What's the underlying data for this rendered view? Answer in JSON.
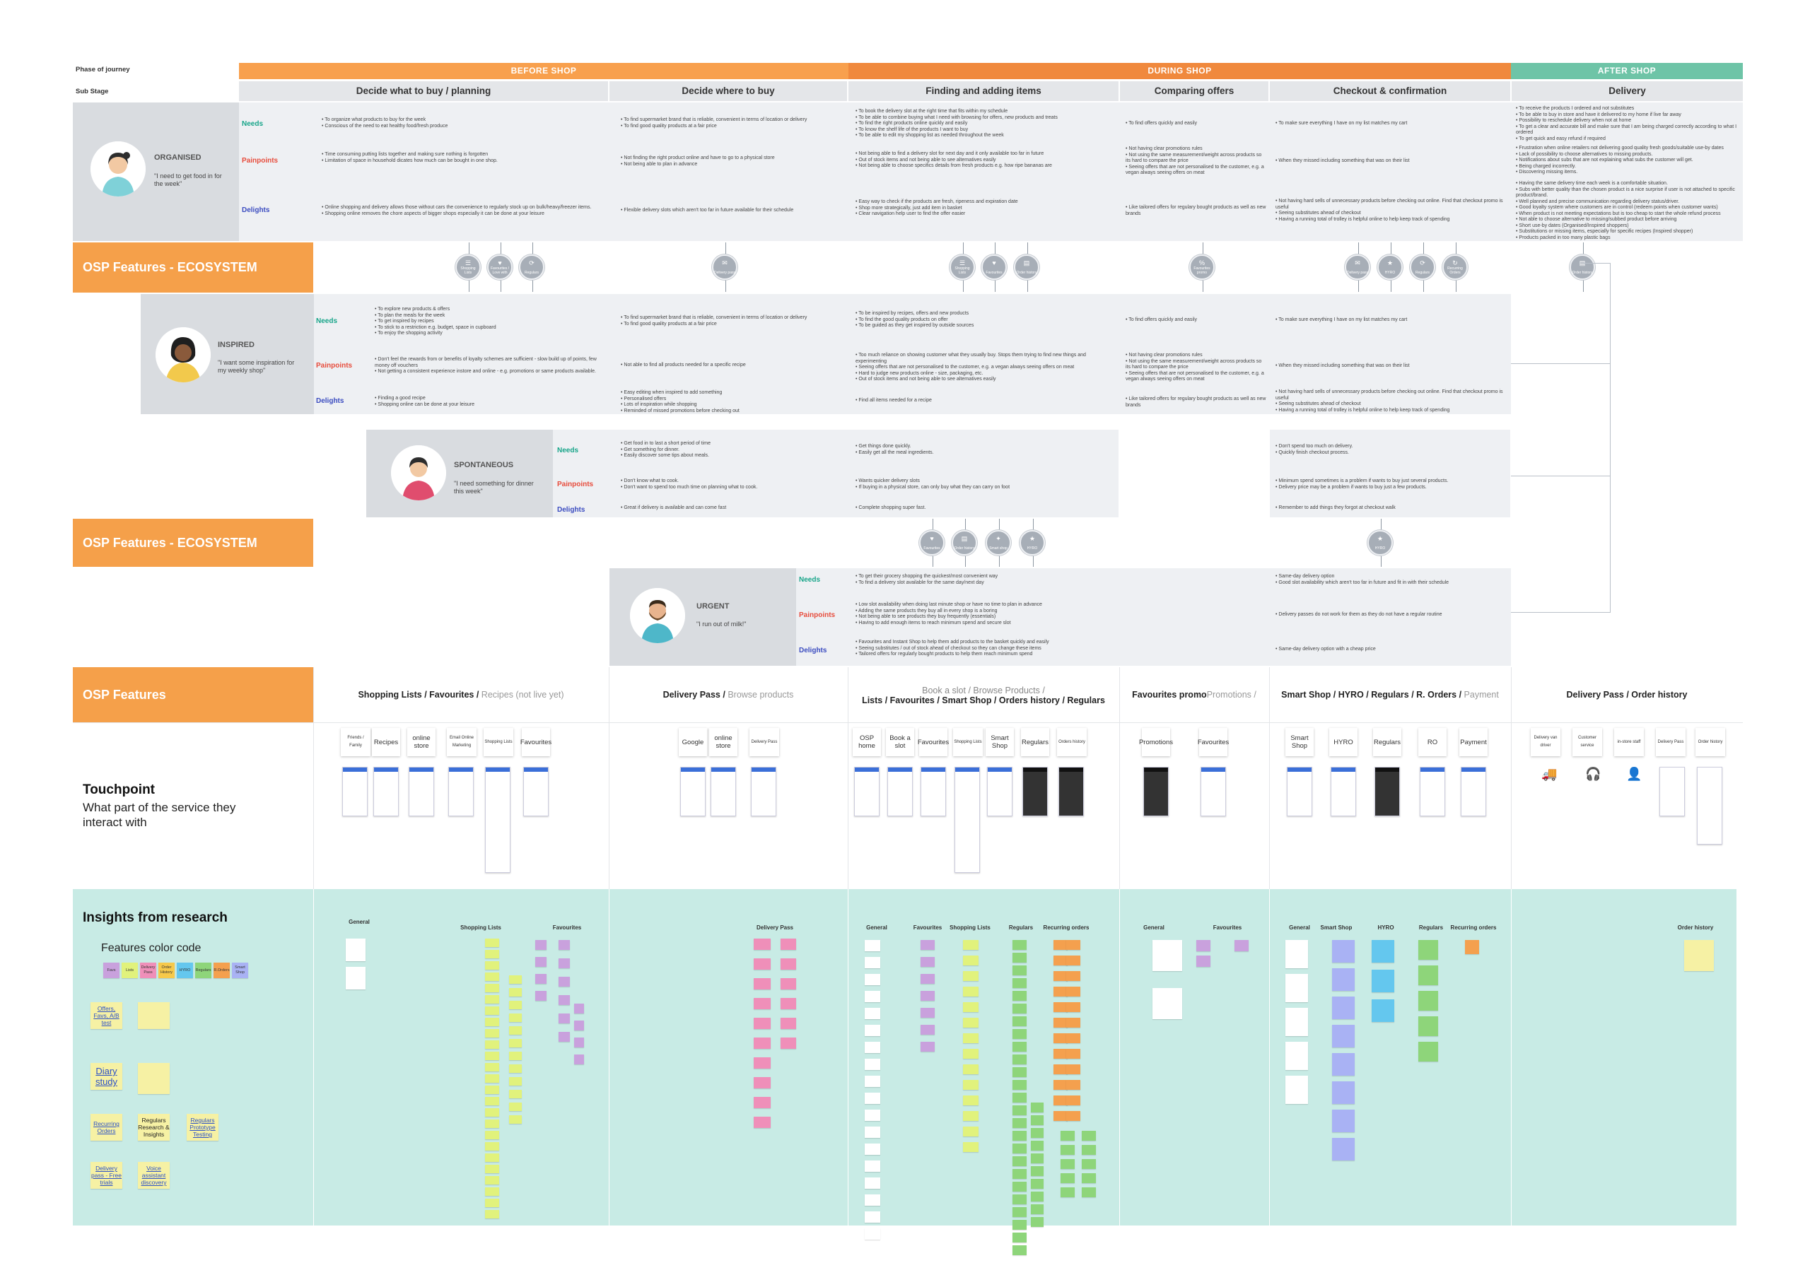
{
  "labels": {
    "phase_of_journey": "Phase of journey",
    "sub_stage": "Sub Stage",
    "needs": "Needs",
    "painpoints": "Painpoints",
    "delights": "Delights"
  },
  "phases": [
    {
      "label": "BEFORE SHOP",
      "color": "#f8a04d"
    },
    {
      "label": "DURING SHOP",
      "color": "#f0893d"
    },
    {
      "label": "AFTER  SHOP",
      "color": "#6ec4a7"
    }
  ],
  "stages": [
    "Decide what to buy / planning",
    "Decide where to buy",
    "Finding and adding items",
    "Comparing offers",
    "Checkout & confirmation",
    "Delivery"
  ],
  "personas": {
    "organised": {
      "name": "ORGANISED",
      "quote": "\"I need to get food in for the week\"",
      "needs": [
        "•  To organize what products to buy for the week\n•  Conscious of the need to eat healthy food/fresh produce",
        "•  To find supermarket brand that is reliable, convenient in terms of location or delivery\n•  To find good quality products at a fair price",
        "•  To book the delivery slot at the right time that fits within my schedule\n•  To be able to combine buying what I need with browsing for offers, new products and treats\n•  To find the right products online quickly and easily\n•  To know the shelf life of the products I want to buy\n•  To be able to edit my shopping list as needed throughout the week",
        "•  To find offers quickly and easily",
        "•  To make sure everything I have on my list matches my cart",
        "•  To receive the products I ordered and not substitutes\n•  To be able to buy in store and have it delivered to my home if live far away\n•  Possibility to reschedule delivery when not at home\n•  To get a clear and accurate bill and make sure that I am being charged correctly according to what I ordered\n•  To get quick and easy refund if required"
      ],
      "pains": [
        "•  Time consuming putting lists together and making sure nothing is forgotten\n•  Limitation of space in household dicates how much can be bought in one shop.",
        "•  Not finding the right product online and have to go to a physical store\n•  Not being able to plan in advance",
        "•  Not being able to find a delivery slot for next day and it only available too far in future\n•  Out of stock items and not being able to see alternatives easily\n•  Not being able to choose specifics details from fresh products e.g. how ripe bananas are",
        "•  Not having clear promotions rules\n•  Not using the same measurement/weight across products so its hard to compare the price\n•  Seeing offers that are not personalised to the customer, e.g. a vegan always seeing offers on meat",
        "•  When they missed including something that was on their list",
        "•  Frustration when online retailers not delivering good quality fresh goods/suitable use-by dates\n•  Lack of possibility to choose alternatives to missing products.\n•  Notifications about subs that are not explaining what subs the customer will get.\n•  Being charged incorrectly.\n•  Discovering missing items."
      ],
      "delights": [
        "•  Online shopping and delivery allows those without cars the convenience to regularly stock up on bulk/heavy/freezer items.\n•  Shopping online removes the chore aspects of bigger shops especially it can be done at your leisure",
        "•  Flexible delivery slots which aren't too far in future available for their schedule",
        "•  Easy way to check if the products are fresh, ripeness and expiration date\n•  Shop more strategically, just add item in basket\n•  Clear navigation help user to find the offer easier",
        "•  Like tailored offers for regulary bought products as well as new brands",
        "•  Not having hard sells of unnecessary products before checking out online. Find that checkout promo is useful\n•  Seeing substitutes ahead of checkout\n•  Having a running total of trolley is helpful online to help keep track of spending",
        "•  Having the same delivery time each week is a comfortable situation.\n•  Subs with better quality than the chosen product is a nice surprise if user is not attached to specific product/brand.\n•  Well planned and precise communication regarding delivery status/driver.\n•  Good loyalty system where customers are in control (redeem points when customer wants)\n•  When product is not meeting expectations but is too cheap to start the whole refund process\n•  Not able to choose alternative to missing/subbed product before arriving\n•  Short use-by dates (Organised/Inspired shoppers)\n•  Substitutions or missing items, especially for specific recipes (Inspired shopper)\n•  Products packed in too many plastic bags"
      ]
    },
    "inspired": {
      "name": "INSPIRED",
      "quote": "\"I want some inspiration for my weekly shop\"",
      "needs": [
        "•  To explore new products & offers\n•  To plan the meals for the week\n•  To get inspired by recipes\n•  To stick to a restriction e.g. budget, space in cupboard\n•  To enjoy the shopping activity",
        "•  To find supermarket brand that is reliable, convenient in terms of location or delivery\n•  To find good quality products at a fair price",
        "•  To be inspired by recipes, offers and new products\n•  To find the good quality products on offer\n•  To be guided as they get inspired by outside sources",
        "•  To find offers quickly and easily",
        "•  To make sure everything I have on my list matches my cart"
      ],
      "pains": [
        "•  Don't feel the rewards from or benefits of loyalty schemes are sufficient - slow build up of points, few money off vouchers\n•  Not getting a consistent experience instore and online - e.g. promotions or same products available.",
        "•  Not able to find all products needed for a specific recipe",
        "•  Too much reliance on showing customer what they usually buy. Stops them trying to find new things and experimenting\n•  Seeing offers that are not personalised to the customer, e.g. a vegan always seeing offers on meat\n•  Hard to judge new products online - size, packaging, etc.\n•  Out of stock items and not being able to see alternatives easily",
        "•  Not having clear promotions rules\n•  Not using the same measurement/weight across products so its hard to compare the price\n•  Seeing offers that are not personalised to the customer, e.g. a vegan always seeing offers on meat",
        "•  When they missed including something that was on their list"
      ],
      "delights": [
        "•  Finding a good recipe\n•  Shopping online can be done at your leisure",
        "•  Easy editing when inspired to add something\n•  Personalised offers\n•  Lots of inspiration while shopping\n•  Reminded of missed promotions before checking out",
        "•  Find all items needed for a recipe",
        "•  Like tailored offers for regulary bought products as well as new brands",
        "•  Not having hard sells of unnecessary products before checking out online. Find that checkout promo is useful\n•  Seeing substitutes ahead of checkout\n•  Having a running total of trolley is helpful online to help keep track of spending"
      ]
    },
    "spontaneous": {
      "name": "SPONTANEOUS",
      "quote": "\"I need something for dinner this week\"",
      "needs": [
        "•  Get food in to last a short period of time\n•  Get something for dinner.\n•  Easily discover some tips about meals.",
        "•  Get things done quickly.\n•  Easily get all the meal ingredients.",
        "•  Don't spend too much on delivery.\n•  Quickly finish checkout process."
      ],
      "pains": [
        "•  Don't know what to cook.\n•  Don't want to spend too much time on planning what to cook.",
        "•  Wants quicker delivery slots\n•  If buying in a physical store, can only buy what they can carry on foot",
        "•  Minimum spend sometimes is a problem if wants to buy just several products.\n•  Delivery price may be a problem if wants to buy just a few products."
      ],
      "delights": [
        "•  Great if delivery is available and can come fast",
        "•  Complete shopping super fast.",
        "•  Remember to add things they forgot at checkout walk"
      ]
    },
    "urgent": {
      "name": "URGENT",
      "quote": "\"I run out of milk!\"",
      "needs": [
        "•  To get their grocery shopping the quickest/most convenient way\n•  To find a delivery slot available for the same day/next day",
        "•  Same-day delivery option\n•  Good slot availability which aren't too far in future and fit in with their schedule"
      ],
      "pains": [
        "•  Low slot availability when doing last minute shop or have no time to plan in advance\n•  Adding the same products they buy all in every shop is a boring\n•  Not being able to see products they buy frequently (essentials)\n•  Having to add enough items to reach minimum spend and secure slot",
        "•  Delivery passes do not work for them as they do not have a regular routine"
      ],
      "delights": [
        "•  Favourites and Instant Shop to help them add products to the basket quickly and easily\n•  Seeing substitutes / out of stock ahead of checkout so they can change these items\n•  Tailored offers for regularly bought products to help them reach minimum spend",
        "•  Same-day delivery option with a cheap price"
      ]
    }
  },
  "osp_ecosystem": "OSP Features - ECOSYSTEM",
  "bubbles1": [
    {
      "label": "Shopping Lists",
      "icon": "☰"
    },
    {
      "label": "Favourites / Love with",
      "icon": "♥"
    },
    {
      "label": "Regulars",
      "icon": "⟳"
    },
    {
      "label": "Delivery pass",
      "icon": "✉"
    },
    {
      "label": "Shopping Lists",
      "icon": "☰"
    },
    {
      "label": "Favourites",
      "icon": "♥"
    },
    {
      "label": "Order history",
      "icon": "▤"
    },
    {
      "label": "Favourites promo",
      "icon": "%"
    },
    {
      "label": "Delivery pass",
      "icon": "✉"
    },
    {
      "label": "HYRO",
      "icon": "★"
    },
    {
      "label": "Regulars",
      "icon": "⟳"
    },
    {
      "label": "Recurring Orders",
      "icon": "↻"
    },
    {
      "label": "Order history",
      "icon": "▤"
    }
  ],
  "bubbles2": [
    {
      "label": "Favourites",
      "icon": "♥"
    },
    {
      "label": "Order history",
      "icon": "▤"
    },
    {
      "label": "Smart shop",
      "icon": "✦"
    },
    {
      "label": "HYRO",
      "icon": "★"
    },
    {
      "label": "HYRO",
      "icon": "★"
    }
  ],
  "osp_features": "OSP Features",
  "feature_titles": [
    {
      "main": "Shopping Lists / Favourites / ",
      "muted": "Recipes (not live yet)"
    },
    {
      "main": "Delivery Pass / ",
      "muted": "Browse products"
    },
    {
      "muted": "Book a slot / Browse Products /",
      "main": "Lists / Favourites /  Smart Shop / Orders history / Regulars"
    },
    {
      "muted": "Promotions / ",
      "main": "Favourites promo"
    },
    {
      "main": "Smart Shop / HYRO / Regulars / R. Orders / ",
      "muted": "Payment"
    },
    {
      "main": "Delivery Pass / Order history",
      "muted": ""
    }
  ],
  "touchpoint": {
    "title": "Touchpoint",
    "sub": "What part of the service they interact with"
  },
  "touch_cards": [
    [
      "Friends / Family",
      "Recipes",
      "online store",
      "Email Online Marketing",
      "Shopping Lists",
      "Favourites"
    ],
    [
      "Google",
      "online store",
      "Delivery Pass"
    ],
    [
      "OSP home",
      "Book a slot",
      "Favourites",
      "Shopping Lists",
      "Smart Shop",
      "Regulars",
      "Orders history"
    ],
    [
      "Promotions",
      "Favourites"
    ],
    [
      "Smart Shop",
      "HYRO",
      "Regulars",
      "RO",
      "Payment"
    ],
    [
      "Delivery van driver",
      "Customer service",
      "in-store staff",
      "Delivery Pass",
      "Order history"
    ]
  ],
  "insights": {
    "title": "Insights from research",
    "color_code_title": "Features color code",
    "codes": [
      {
        "label": "Favs",
        "color": "#c9a1dd"
      },
      {
        "label": "Lists",
        "color": "#e1f27c"
      },
      {
        "label": "Delivery Pass",
        "color": "#ef8fb9"
      },
      {
        "label": "Order History",
        "color": "#f6c94a"
      },
      {
        "label": "HYRO",
        "color": "#64c7ee"
      },
      {
        "label": "Regulars",
        "color": "#8ed57a"
      },
      {
        "label": "R.Orders",
        "color": "#f4a04e"
      },
      {
        "label": "Smart Shop",
        "color": "#a9b2f4"
      }
    ],
    "links": [
      {
        "label": "Offers, Favs, A/B test"
      },
      {
        "label": "Diary study"
      },
      {
        "label": "Recurring Orders"
      },
      {
        "label": "Regulars Research & Insights"
      },
      {
        "label": "Regulars Prototype Testing"
      },
      {
        "label": "Delivery pass - Free trials"
      },
      {
        "label": "Voice assistant discovery"
      }
    ],
    "col_heads": [
      [
        "General",
        "Shopping Lists",
        "Favourites"
      ],
      [
        "Delivery Pass"
      ],
      [
        "General",
        "Favourites",
        "Shopping Lists",
        "Regulars",
        "Recurring orders"
      ],
      [
        "General",
        "Favourites"
      ],
      [
        "General",
        "Smart Shop",
        "HYRO",
        "Regulars",
        "Recurring orders"
      ],
      [
        "Order history"
      ]
    ]
  }
}
